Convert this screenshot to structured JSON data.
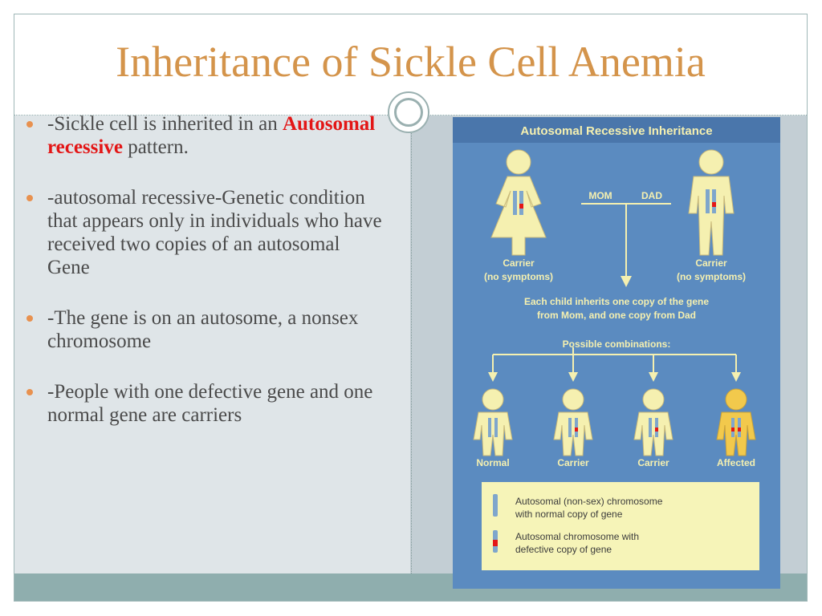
{
  "slide": {
    "title": "Inheritance of Sickle Cell Anemia",
    "bullets": [
      {
        "text_before": "-Sickle cell is inherited in an ",
        "highlight": "Autosomal recessive",
        "text_after": " pattern."
      },
      {
        "text": "-autosomal recessive-Genetic condition that appears only in individuals who have received two copies of an autosomal Gene"
      },
      {
        "text": "-The gene is on an autosome, a nonsex chromosome"
      },
      {
        "text": "-People with one defective gene and one normal gene are carriers"
      }
    ]
  },
  "figure": {
    "title": "Autosomal Recessive Inheritance",
    "parent_labels": {
      "mom": "MOM",
      "dad": "DAD"
    },
    "parents": [
      {
        "status": "Carrier",
        "note": "(no symptoms)"
      },
      {
        "status": "Carrier",
        "note": "(no symptoms)"
      }
    ],
    "inherit_text": [
      "Each child inherits one copy of the gene",
      "from Mom, and one copy from Dad"
    ],
    "combinations_label": "Possible combinations:",
    "children": [
      "Normal",
      "Carrier",
      "Carrier",
      "Affected"
    ],
    "legend": [
      {
        "line1": "Autosomal (non-sex) chromosome",
        "line2": "with normal copy of gene"
      },
      {
        "line1": "Autosomal chromosome with",
        "line2": "defective copy of gene"
      }
    ],
    "colors": {
      "panel_bg": "#5b8bc0",
      "title_bar": "#4a76ab",
      "figure_fill": "#f5f0b0",
      "affected_fill": "#f2c94c",
      "chromosome": "#7fa6cc",
      "defect": "#e31616",
      "arrow": "#f5f0b0",
      "legend_bg": "#f6f4b8"
    }
  },
  "colors": {
    "title": "#d4944b",
    "bullet_dot": "#e8914f",
    "highlight": "#e31616",
    "body_text": "#4a4a4a"
  }
}
